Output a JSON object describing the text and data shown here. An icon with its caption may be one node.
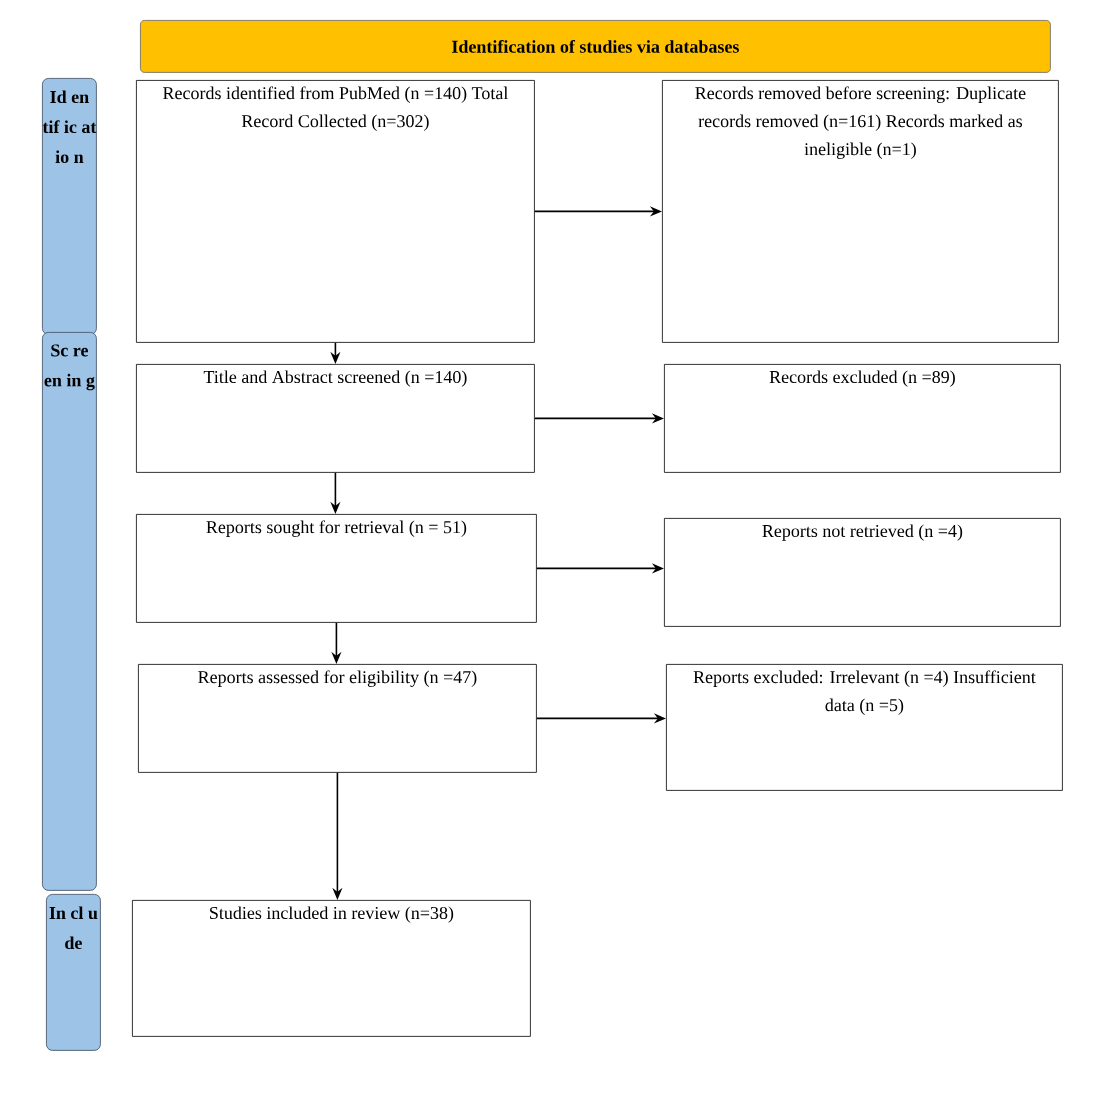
{
  "diagram": {
    "title": "Identification of studies via databases",
    "nodes": [
      {
        "text": [
          "Id en tif ic at io n"
        ]
      },
      {
        "text": [
          "Sc re en in g"
        ]
      },
      {
        "text": [
          "In cl u de"
        ]
      },
      {
        "text": [
          "Records identified from PubMed (n =140) Total Record Collected (n=302)"
        ]
      },
      {
        "text": [
          "Records removed before screening: Duplicate records removed (n=161) Records marked as ineligible (n=1)"
        ]
      },
      {
        "text": [
          "Title and Abstract screened (n =140)"
        ]
      },
      {
        "text": [
          "Records excluded (n =89)"
        ]
      },
      {
        "text": [
          "Reports sought for retrieval (n = 51)"
        ]
      },
      {
        "text": [
          "Reports not retrieved (n =4)"
        ]
      },
      {
        "text": [
          "Reports assessed for eligibility (n =47)"
        ]
      },
      {
        "text": [
          "Reports excluded: Irrelevant (n =4) Insufficient data (n =5)"
        ]
      },
      {
        "text": [
          "Studies included in review (n=38)"
        ]
      }
    ],
    "edges": [
      {
        "from": 3,
        "to": 4,
        "arrow": "to"
      },
      {
        "from": 3,
        "to": 5,
        "arrow": "to"
      },
      {
        "from": 5,
        "to": 6,
        "arrow": "to"
      },
      {
        "from": 5,
        "to": 7,
        "arrow": "to"
      },
      {
        "from": 7,
        "to": 8,
        "arrow": "to"
      },
      {
        "from": 7,
        "to": 9,
        "arrow": "to"
      },
      {
        "from": 9,
        "to": 10,
        "arrow": "to"
      },
      {
        "from": 9,
        "to": 11,
        "arrow": "to"
      }
    ]
  }
}
